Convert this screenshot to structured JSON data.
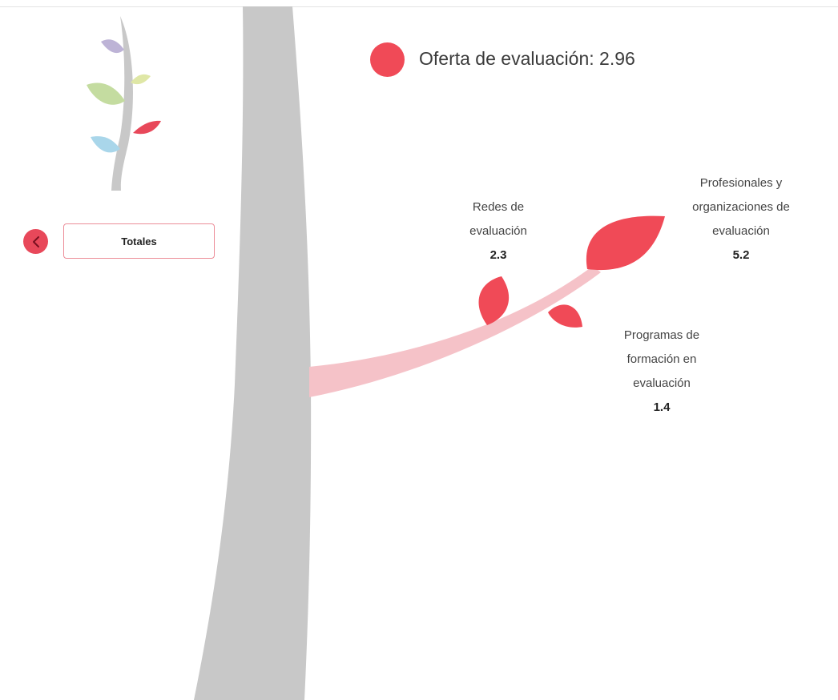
{
  "sidebar": {
    "back_icon": "chevron-left-icon",
    "filter_label": "Totales"
  },
  "legend": {
    "label": "Oferta de evaluación: 2.96",
    "color": "#f04a57"
  },
  "branches": [
    {
      "name": "Redes de\nevaluación",
      "value": "2.3"
    },
    {
      "name": "Profesionales y\norganizaciones de\nevaluación",
      "value": "5.2"
    },
    {
      "name": "Programas de\nformación en\nevaluación",
      "value": "1.4"
    }
  ],
  "colors": {
    "trunk": "#c8c8c8",
    "branch": "#f5c2c8",
    "leaf": "#f04a57",
    "logo_purple": "#bdb3d6",
    "logo_green": "#c4dca0",
    "logo_yellow": "#dfe7a6",
    "logo_blue": "#a9d6ea",
    "logo_red": "#e8485a"
  }
}
